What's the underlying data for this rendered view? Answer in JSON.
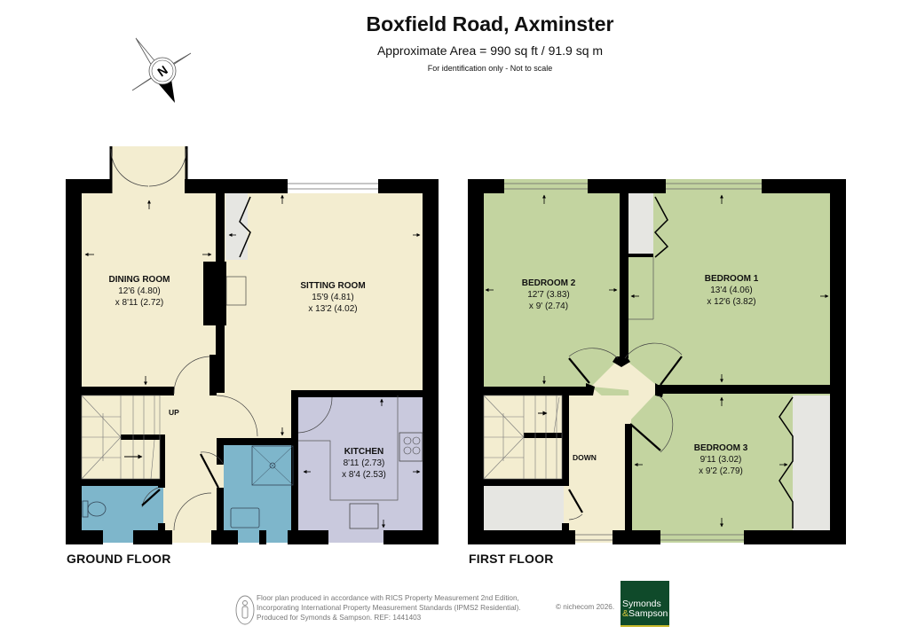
{
  "header": {
    "title": "Boxfield Road, Axminster",
    "area": "Approximate Area = 990 sq ft / 91.9 sq m",
    "note": "For identification only - Not to scale"
  },
  "compass": {
    "icon": "compass-north-icon",
    "label": "N"
  },
  "colors": {
    "living": "#f3edd0",
    "bedroom": "#c3d4a0",
    "bathroom": "#7eb6cb",
    "kitchen": "#c9c9dd",
    "storage": "#e6e6e2",
    "wall": "#000000",
    "logo_bg": "#0f4a2a"
  },
  "ground_floor": {
    "label": "GROUND FLOOR",
    "rooms": [
      {
        "name": "DINING ROOM",
        "dim1": "12'6 (4.80)",
        "dim2": "x 8'11 (2.72)"
      },
      {
        "name": "SITTING ROOM",
        "dim1": "15'9 (4.81)",
        "dim2": "x 13'2 (4.02)"
      },
      {
        "name": "KITCHEN",
        "dim1": "8'11 (2.73)",
        "dim2": "x 8'4 (2.53)"
      }
    ],
    "stairs_label": "UP"
  },
  "first_floor": {
    "label": "FIRST FLOOR",
    "rooms": [
      {
        "name": "BEDROOM 2",
        "dim1": "12'7 (3.83)",
        "dim2": "x 9' (2.74)"
      },
      {
        "name": "BEDROOM 1",
        "dim1": "13'4 (4.06)",
        "dim2": "x 12'6 (3.82)"
      },
      {
        "name": "BEDROOM 3",
        "dim1": "9'11 (3.02)",
        "dim2": "x 9'2 (2.79)"
      }
    ],
    "stairs_label": "DOWN"
  },
  "footer": {
    "line1": "Floor plan produced in accordance with RICS Property Measurement 2nd Edition,",
    "line2": "Incorporating International Property Measurement Standards (IPMS2 Residential).",
    "line3": "Produced for Symonds & Sampson.   REF:  1441403",
    "copyright": "© nichecom 2026.",
    "logo_line1": "Symonds",
    "logo_line2_amp": "&",
    "logo_line2": "Sampson"
  }
}
